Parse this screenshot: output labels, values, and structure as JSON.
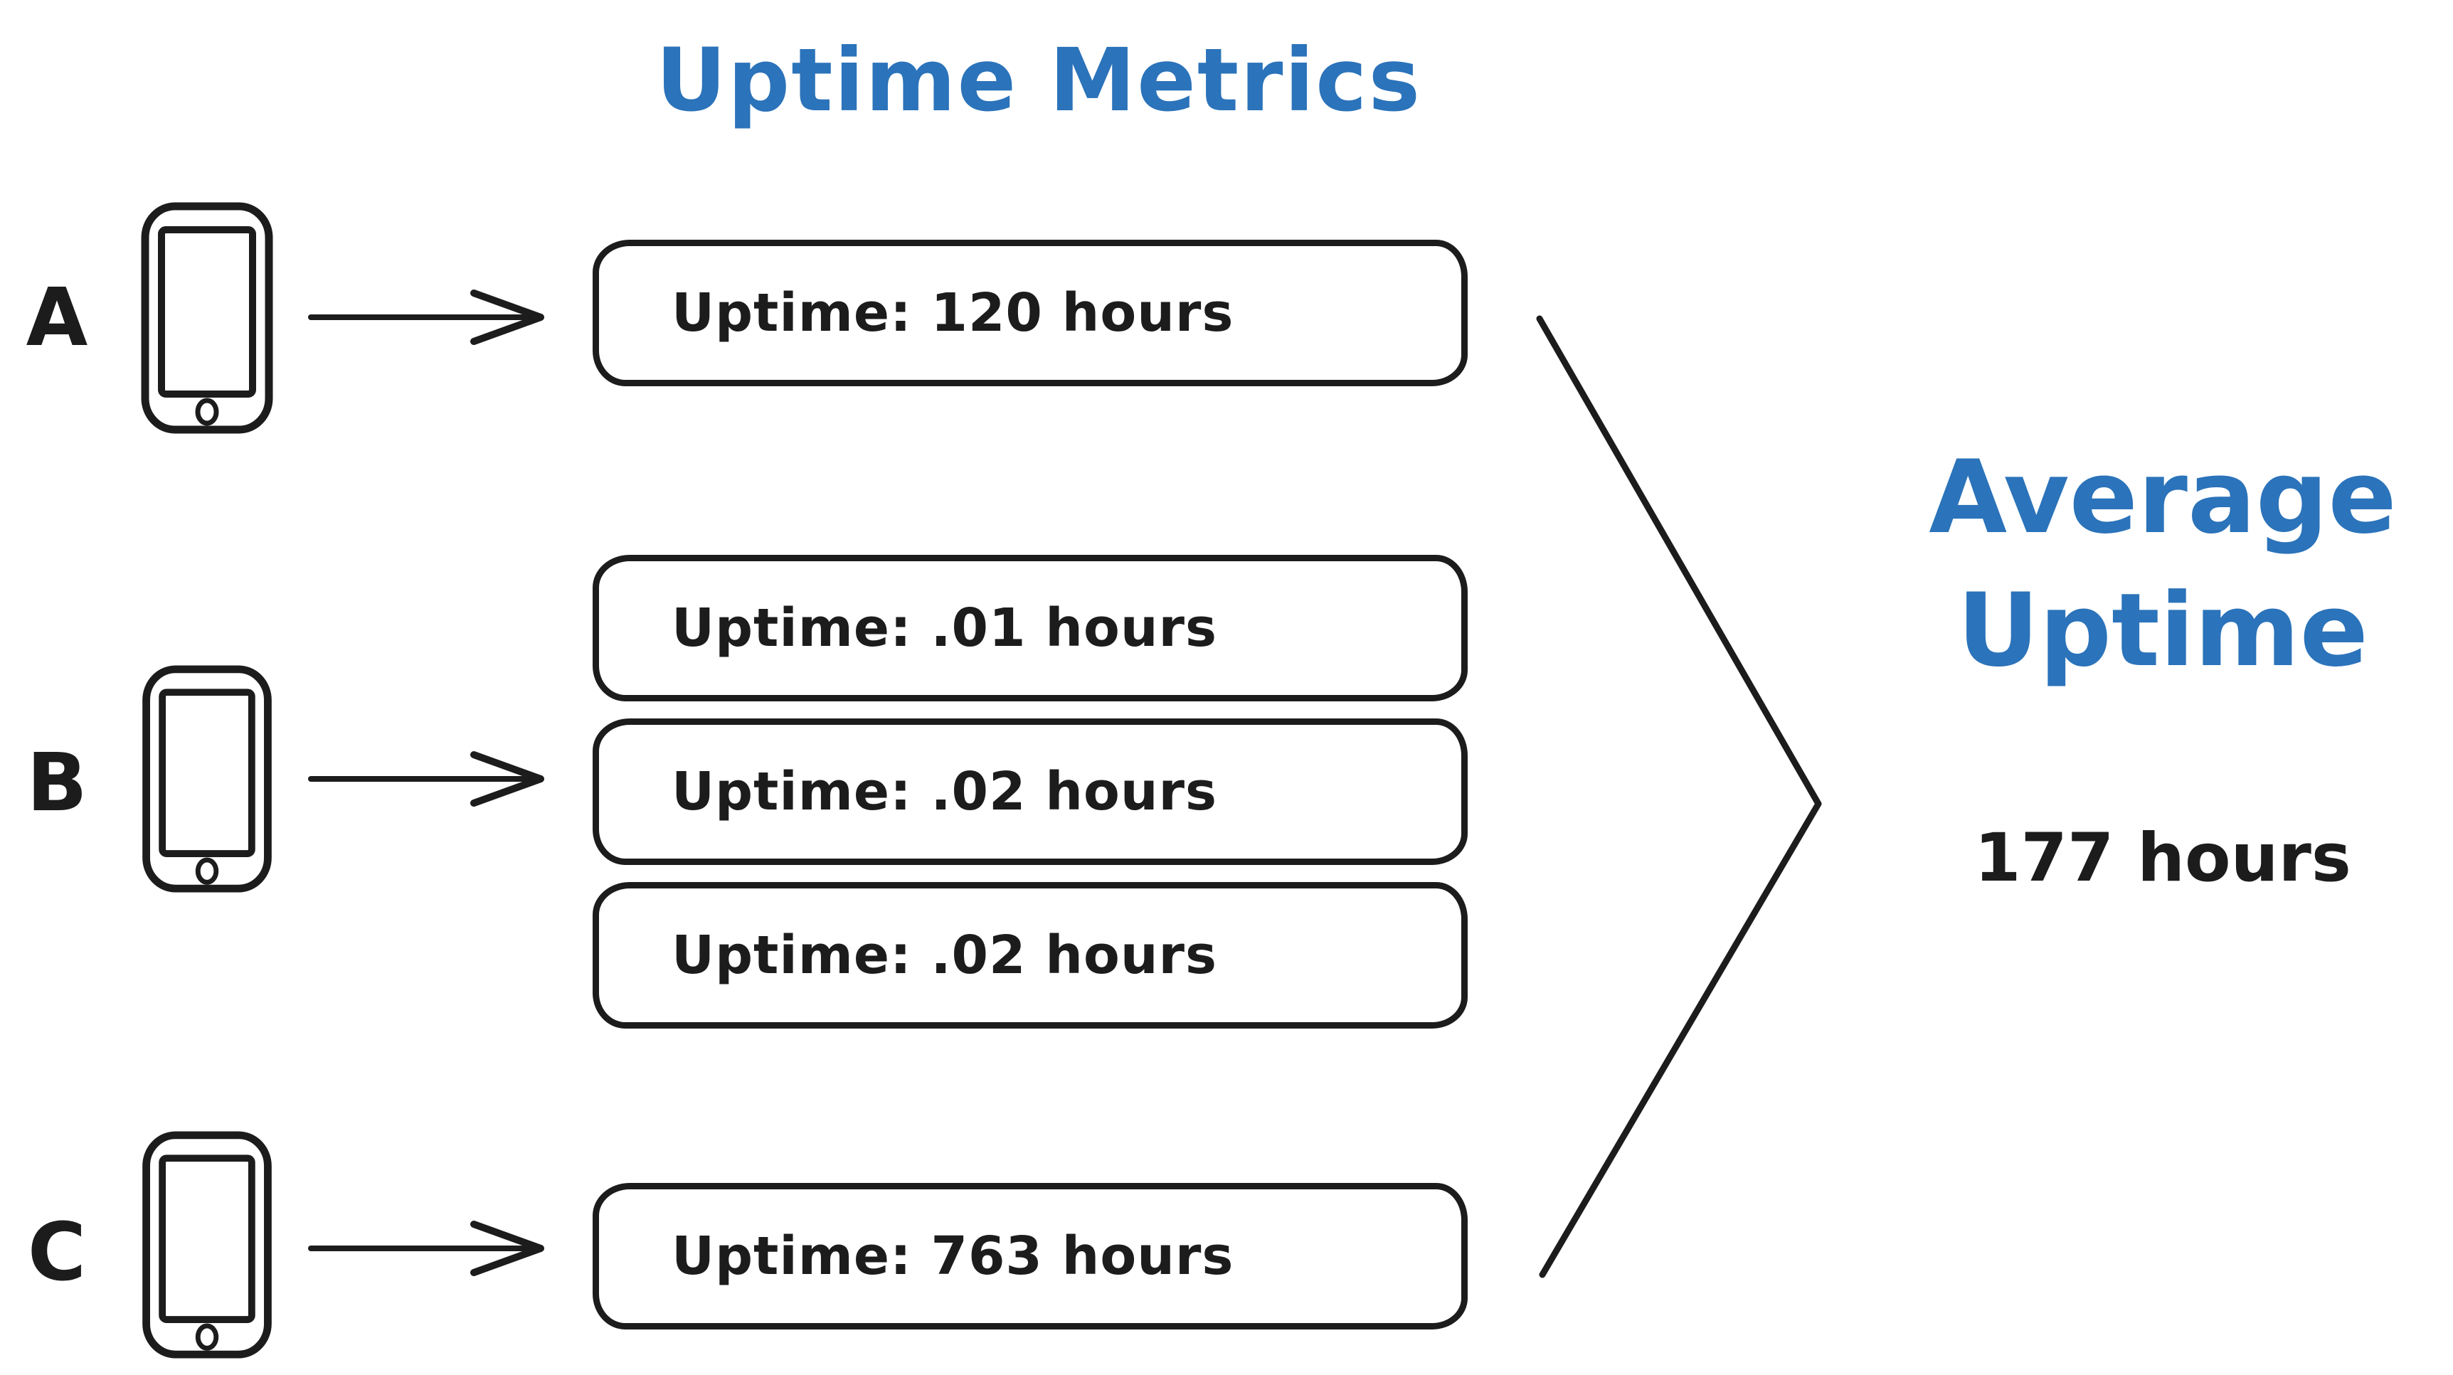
{
  "title": "Uptime Metrics",
  "devices": [
    {
      "label": "A",
      "metrics": [
        "Uptime: 120 hours"
      ]
    },
    {
      "label": "B",
      "metrics": [
        "Uptime: .01 hours",
        "Uptime: .02 hours",
        "Uptime: .02 hours"
      ]
    },
    {
      "label": "C",
      "metrics": [
        "Uptime: 763 hours"
      ]
    }
  ],
  "result": {
    "label": "Average Uptime",
    "value": "177 hours"
  },
  "colors": {
    "accent_blue": "#2b73ba",
    "ink": "#1c1c1c",
    "background": "#ffffff"
  },
  "icons": {
    "device": "smartphone-icon",
    "flow": "arrow-right-icon",
    "aggregate": "merge-chevron-icon"
  }
}
